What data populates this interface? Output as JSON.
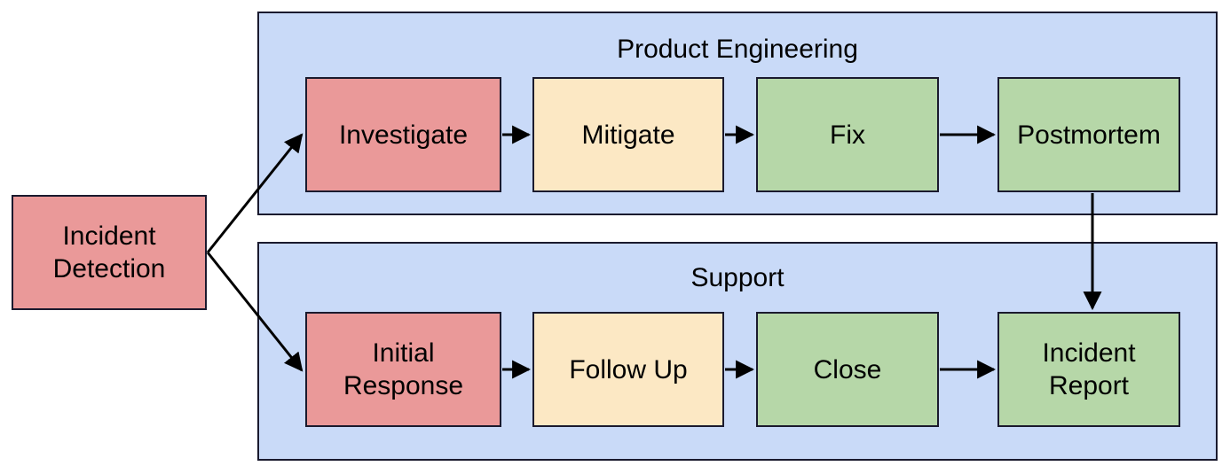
{
  "diagram": {
    "title_hidden": "",
    "colors": {
      "lane_fill": "#c9daf8",
      "stroke": "#1a1a2e",
      "red": "#ea9999",
      "yellow": "#fce8c4",
      "green": "#b6d7a8",
      "background": "#ffffff"
    },
    "start_node": {
      "label_line1": "Incident",
      "label_line2": "Detection",
      "color": "red"
    },
    "lanes": [
      {
        "title": "Product Engineering",
        "nodes": [
          {
            "label_line1": "Investigate",
            "label_line2": "",
            "color": "red"
          },
          {
            "label_line1": "Mitigate",
            "label_line2": "",
            "color": "yellow"
          },
          {
            "label_line1": "Fix",
            "label_line2": "",
            "color": "green"
          },
          {
            "label_line1": "Postmortem",
            "label_line2": "",
            "color": "green"
          }
        ]
      },
      {
        "title": "Support",
        "nodes": [
          {
            "label_line1": "Initial",
            "label_line2": "Response",
            "color": "red"
          },
          {
            "label_line1": "Follow Up",
            "label_line2": "",
            "color": "yellow"
          },
          {
            "label_line1": "Close",
            "label_line2": "",
            "color": "green"
          },
          {
            "label_line1": "Incident",
            "label_line2": "Report",
            "color": "green"
          }
        ]
      }
    ],
    "connectors": [
      {
        "name": "detection-to-investigate",
        "kind": "diagonal-arrow"
      },
      {
        "name": "detection-to-initial-response",
        "kind": "diagonal-arrow"
      },
      {
        "name": "investigate-to-mitigate",
        "kind": "horizontal-arrow"
      },
      {
        "name": "mitigate-to-fix",
        "kind": "horizontal-arrow"
      },
      {
        "name": "fix-to-postmortem",
        "kind": "horizontal-arrow"
      },
      {
        "name": "initial-response-to-follow-up",
        "kind": "horizontal-arrow"
      },
      {
        "name": "follow-up-to-close",
        "kind": "horizontal-arrow"
      },
      {
        "name": "close-to-incident-report",
        "kind": "horizontal-arrow"
      },
      {
        "name": "postmortem-to-incident-report",
        "kind": "vertical-arrow"
      }
    ]
  }
}
